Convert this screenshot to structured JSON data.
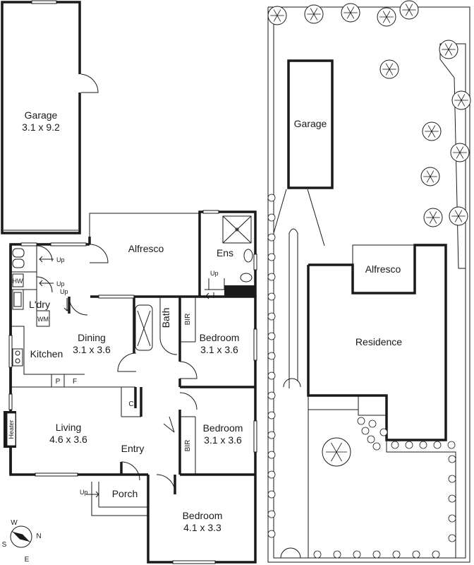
{
  "floor_plan": {
    "rooms": {
      "garage": {
        "name": "Garage",
        "size": "3.1 x 9.2"
      },
      "alfresco": {
        "name": "Alfresco"
      },
      "ensuite": {
        "name": "Ens"
      },
      "laundry": {
        "name": "L'dry"
      },
      "hot_water": {
        "name": "HW"
      },
      "washing_machine": {
        "name": "WM"
      },
      "kitchen": {
        "name": "Kitchen"
      },
      "dining": {
        "name": "Dining",
        "size": "3.1 x 3.6"
      },
      "bath": {
        "name": "Bath"
      },
      "bir_upper": {
        "name": "BIR"
      },
      "bedroom_1": {
        "name": "Bedroom",
        "size": "3.1 x 3.6"
      },
      "pantry": {
        "name": "P"
      },
      "fridge": {
        "name": "F"
      },
      "cupboard": {
        "name": "C"
      },
      "living": {
        "name": "Living",
        "size": "4.6 x 3.6"
      },
      "heater": {
        "name": "Heater"
      },
      "entry": {
        "name": "Entry"
      },
      "bedroom_2": {
        "name": "Bedroom",
        "size": "3.1 x 3.6"
      },
      "bir_lower": {
        "name": "BIR"
      },
      "porch": {
        "name": "Porch"
      },
      "bedroom_3": {
        "name": "Bedroom",
        "size": "4.1 x 3.3"
      }
    },
    "up_markers": [
      "Up",
      "Up",
      "Up",
      "Up",
      "Up"
    ]
  },
  "compass": {
    "north": "N",
    "south": "S",
    "east": "E",
    "west": "W"
  },
  "site_plan": {
    "garage": "Garage",
    "alfresco": "Alfresco",
    "residence": "Residence"
  }
}
